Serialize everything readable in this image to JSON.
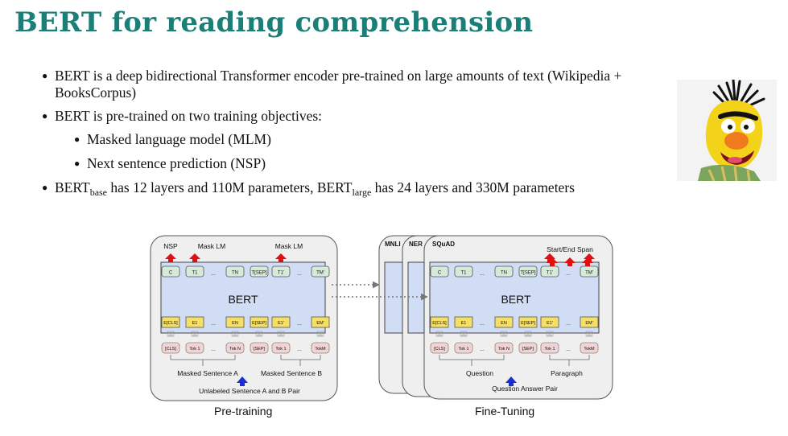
{
  "title": "BERT for reading comprehension",
  "bullets": {
    "b1": "BERT is a deep bidirectional Transformer encoder pre-trained on large amounts of text (Wikipedia + BooksCorpus)",
    "b2": "BERT is pre-trained on two training objectives:",
    "b2_sub1": "Masked language model (MLM)",
    "b2_sub2": "Next sentence prediction (NSP)",
    "b3": {
      "p1": "BERT",
      "s1": "base",
      "p2": " has 12 layers and 110M parameters, BERT",
      "s2": "large",
      "p3": " has 24 layers and 330M parameters"
    }
  },
  "pretrain": {
    "top_labels": [
      "NSP",
      "Mask LM",
      "Mask LM"
    ],
    "outputs": [
      "C",
      "T1",
      "...",
      "TN",
      "T[SEP]",
      "T1'",
      "...",
      "TM'"
    ],
    "bert_label": "BERT",
    "embeddings": [
      "E[CLS]",
      "E1",
      "...",
      "EN",
      "E[SEP]",
      "E1'",
      "...",
      "EM'"
    ],
    "tokens": [
      "[CLS]",
      "Tok 1",
      "...",
      "Tok N",
      "[SEP]",
      "Tok 1",
      "...",
      "TokM"
    ],
    "sentence_a": "Masked Sentence A",
    "sentence_b": "Masked Sentence B",
    "pair_label": "Unlabeled Sentence A and B Pair",
    "caption": "Pre-training"
  },
  "finetune": {
    "tabs": [
      "MNLI",
      "NER",
      "SQuAD"
    ],
    "span_label": "Start/End Span",
    "outputs": [
      "C",
      "T1",
      "...",
      "TN",
      "T[SEP]",
      "T1'",
      "...",
      "TM'"
    ],
    "bert_label": "BERT",
    "embeddings": [
      "E[CLS]",
      "E1",
      "...",
      "EN",
      "E[SEP]",
      "E1'",
      "...",
      "EM'"
    ],
    "tokens": [
      "[CLS]",
      "Tok 1",
      "...",
      "Tok N",
      "[SEP]",
      "Tok 1",
      "...",
      "TokM"
    ],
    "question": "Question",
    "paragraph": "Paragraph",
    "pair_label": "Question Answer Pair",
    "caption": "Fine-Tuning"
  }
}
